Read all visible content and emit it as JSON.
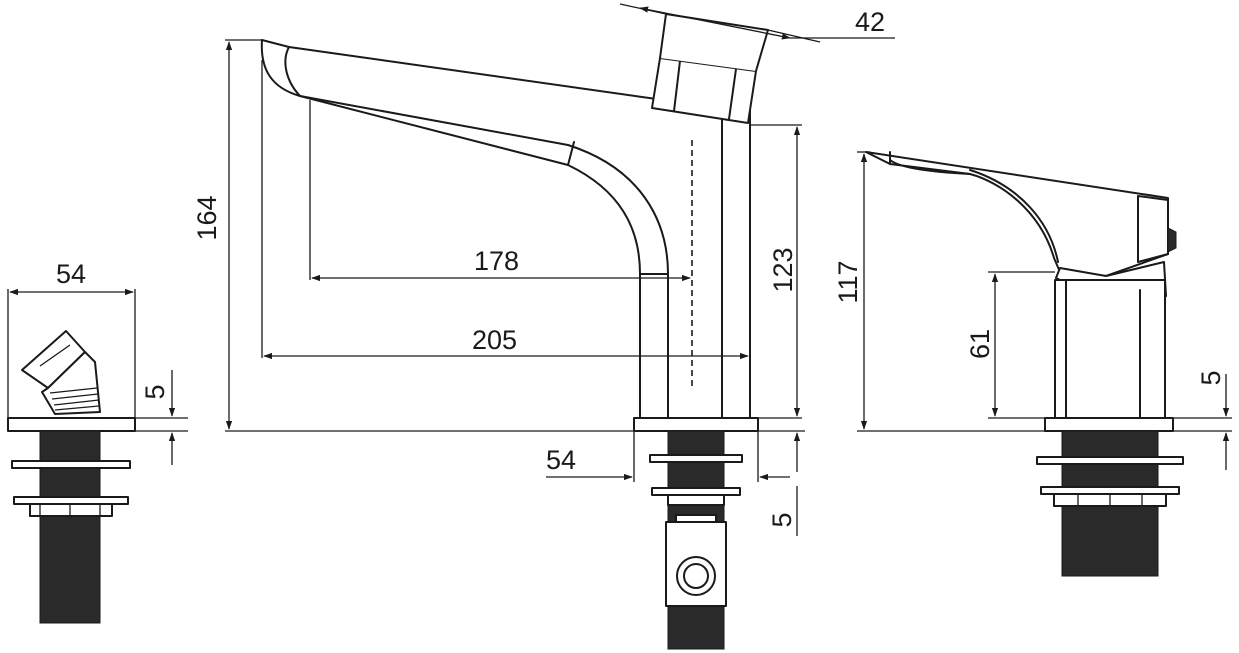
{
  "dimensions": {
    "left_width": "54",
    "left_plate": "5",
    "main_height": "164",
    "lever_width": "42",
    "reach_inner": "178",
    "reach_outer": "205",
    "body_height": "123",
    "base_width": "54",
    "main_plate": "5",
    "right_height": "117",
    "right_body": "61",
    "right_plate": "5"
  }
}
